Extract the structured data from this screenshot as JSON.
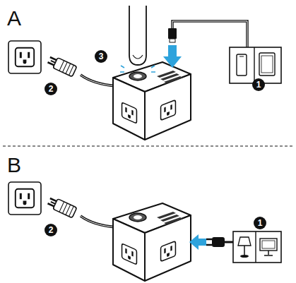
{
  "diagram": {
    "labels": [
      "A",
      "3",
      "2",
      "1",
      "B",
      "2",
      "1"
    ]
  }
}
